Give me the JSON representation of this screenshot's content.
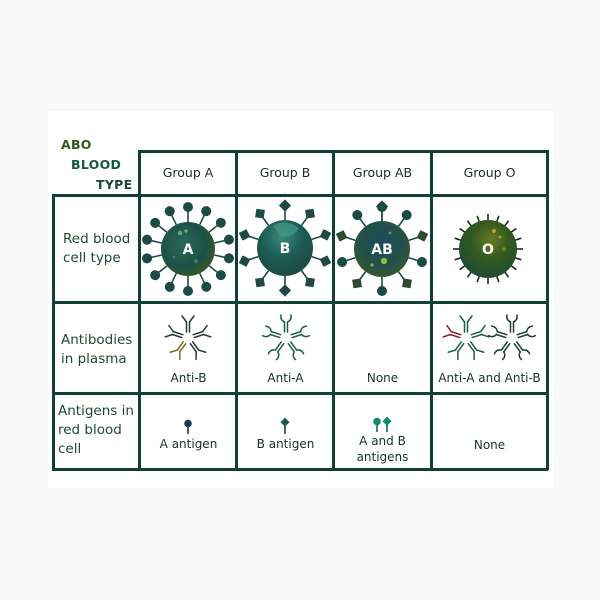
{
  "title": {
    "line1": "ABO",
    "line2": "BLOOD",
    "line3": "TYPE"
  },
  "columns": [
    {
      "label": "Group A"
    },
    {
      "label": "Group B"
    },
    {
      "label": "Group AB"
    },
    {
      "label": "Group O"
    }
  ],
  "rows": [
    {
      "label_lines": [
        "Red blood",
        "cell type"
      ]
    },
    {
      "label_lines": [
        "Antibodies",
        "in plasma"
      ]
    },
    {
      "label_lines": [
        "Antigens in",
        "red blood",
        "cell"
      ]
    }
  ],
  "cells": {
    "rbc": [
      {
        "letter": "A",
        "spike_tip": "circle"
      },
      {
        "letter": "B",
        "spike_tip": "diamond"
      },
      {
        "letter": "AB",
        "spike_tip": "mixed"
      },
      {
        "letter": "O",
        "spike_tip": "none"
      }
    ],
    "antibodies": [
      {
        "caption": "Anti-B",
        "icon": "anti-b-icon"
      },
      {
        "caption": "Anti-A",
        "icon": "anti-a-icon"
      },
      {
        "caption": "None",
        "icon": ""
      },
      {
        "caption": "Anti-A and Anti-B",
        "icon": "anti-a-and-anti-b-icon"
      }
    ],
    "antigens": [
      {
        "caption": "A antigen",
        "icon": "a-antigen-pin-icon"
      },
      {
        "caption": "B antigen",
        "icon": "b-antigen-pin-icon"
      },
      {
        "caption_lines": [
          "A and B",
          "antigens"
        ],
        "icon": "ab-antigen-pins-icon"
      },
      {
        "caption": "None",
        "icon": ""
      }
    ]
  },
  "colors": {
    "grid": "#123f36",
    "cell_dark": "#1b4a4a",
    "cell_green": "#2f5a2a",
    "tip_dark": "#1d4a45",
    "label_green": "#1d4a30",
    "antigen_teal": "#0f8a6a"
  }
}
